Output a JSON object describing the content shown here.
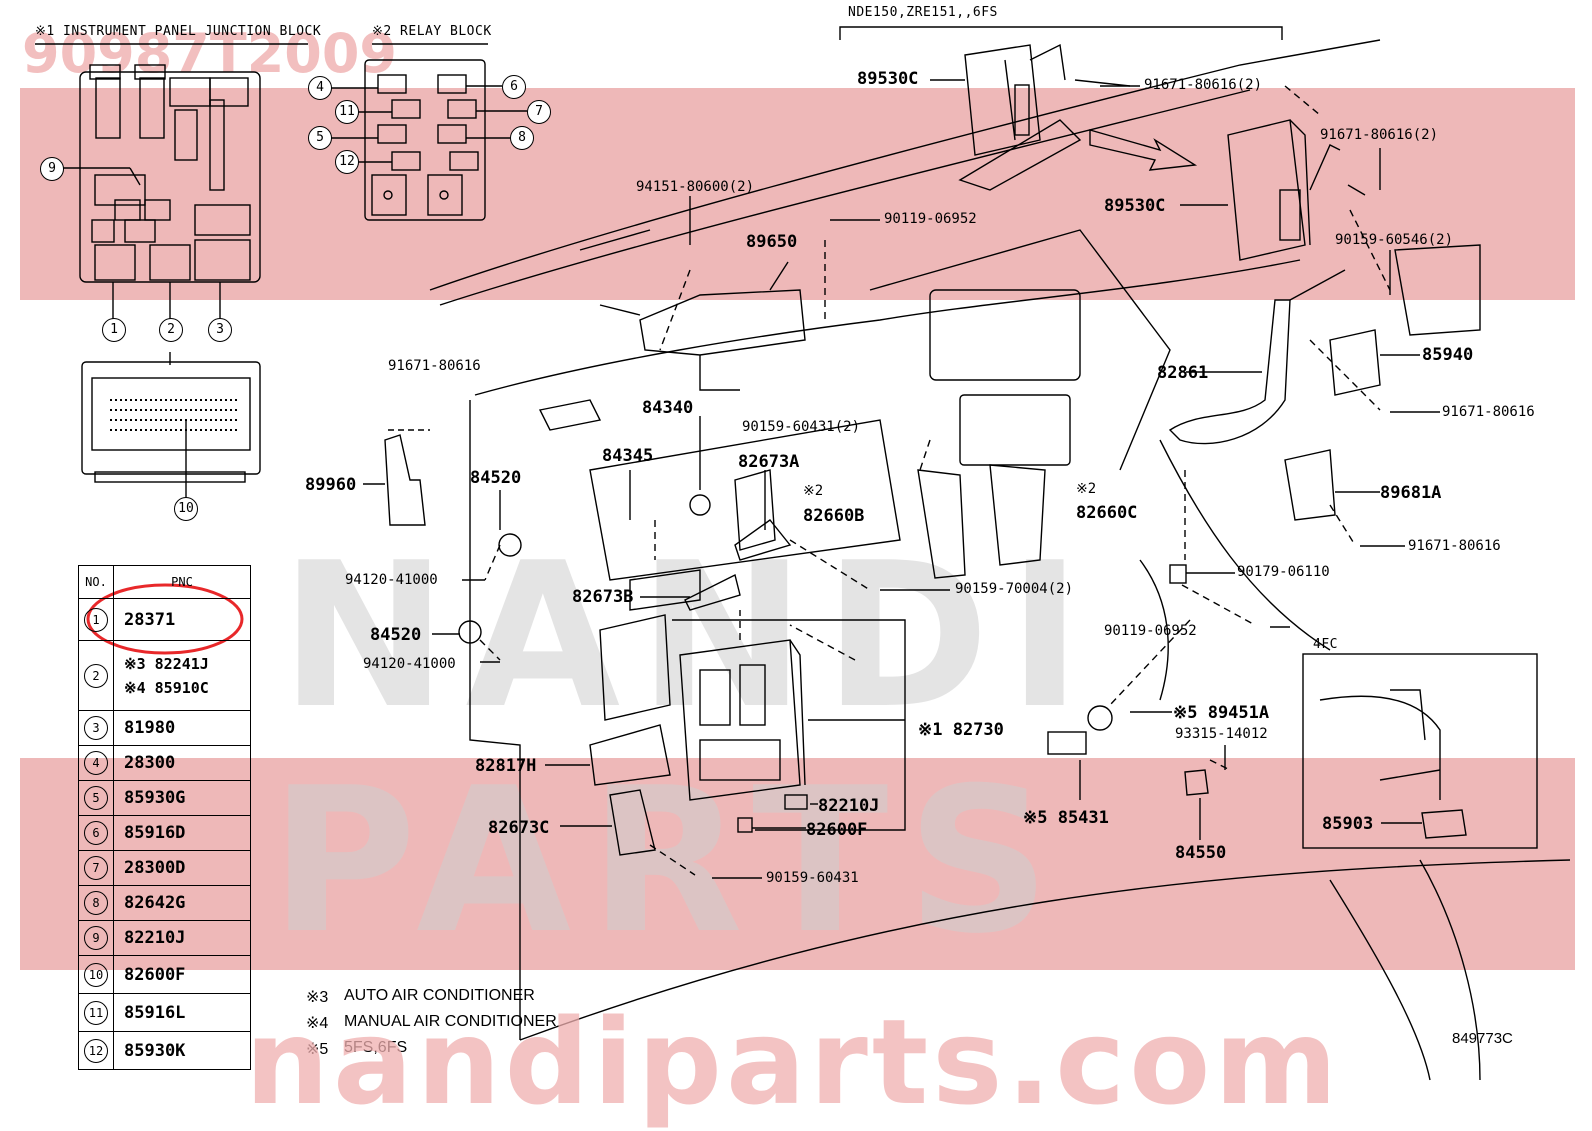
{
  "watermark": {
    "part_code": "90987T2009",
    "url": "nandiparts.com",
    "brand_word_1": "NANDI",
    "brand_word_2": "PARTS"
  },
  "headers": {
    "junction_block": "※1 INSTRUMENT PANEL JUNCTION BLOCK",
    "relay_block": "※2 RELAY BLOCK",
    "model_bracket": "NDE150,ZRE151,,6FS",
    "inset_title": "4FC",
    "diagram_id": "849773C"
  },
  "junction_numbers": [
    "9",
    "1",
    "2",
    "3",
    "10"
  ],
  "relay_numbers": [
    "4",
    "11",
    "5",
    "12",
    "6",
    "7",
    "8"
  ],
  "part_labels": [
    {
      "id": "p1",
      "text": "89530C"
    },
    {
      "id": "p2",
      "text": "91671-80616(2)"
    },
    {
      "id": "p3",
      "text": "91671-80616(2)"
    },
    {
      "id": "p4",
      "text": "89530C"
    },
    {
      "id": "p5",
      "text": "94151-80600(2)"
    },
    {
      "id": "p6",
      "text": "90119-06952"
    },
    {
      "id": "p7",
      "text": "89650"
    },
    {
      "id": "p8",
      "text": "90159-60546(2)"
    },
    {
      "id": "p9",
      "text": "91671-80616"
    },
    {
      "id": "p10",
      "text": "85940"
    },
    {
      "id": "p11",
      "text": "82861"
    },
    {
      "id": "p12",
      "text": "91671-80616"
    },
    {
      "id": "p13",
      "text": "84340"
    },
    {
      "id": "p14",
      "text": "90159-60431(2)"
    },
    {
      "id": "p15",
      "text": "84345"
    },
    {
      "id": "p16",
      "text": "82673A"
    },
    {
      "id": "p17",
      "text": "89960"
    },
    {
      "id": "p18",
      "text": "84520"
    },
    {
      "id": "p19",
      "text": "※2"
    },
    {
      "id": "p20",
      "text": "※2"
    },
    {
      "id": "p21",
      "text": "82660B"
    },
    {
      "id": "p22",
      "text": "82660C"
    },
    {
      "id": "p23",
      "text": "89681A"
    },
    {
      "id": "p24",
      "text": "91671-80616"
    },
    {
      "id": "p25",
      "text": "94120-41000"
    },
    {
      "id": "p26",
      "text": "90159-70004(2)"
    },
    {
      "id": "p27",
      "text": "90179-06110"
    },
    {
      "id": "p28",
      "text": "82673B"
    },
    {
      "id": "p29",
      "text": "84520"
    },
    {
      "id": "p30",
      "text": "90119-06952"
    },
    {
      "id": "p31",
      "text": "94120-41000"
    },
    {
      "id": "p32",
      "text": "※5 89451A"
    },
    {
      "id": "p33",
      "text": "※1 82730"
    },
    {
      "id": "p34",
      "text": "93315-14012"
    },
    {
      "id": "p35",
      "text": "82817H"
    },
    {
      "id": "p36",
      "text": "82210J"
    },
    {
      "id": "p37",
      "text": "82673C"
    },
    {
      "id": "p38",
      "text": "82600F"
    },
    {
      "id": "p39",
      "text": "※5 85431"
    },
    {
      "id": "p40",
      "text": "84550"
    },
    {
      "id": "p41",
      "text": "85903"
    },
    {
      "id": "p42",
      "text": "90159-60431"
    }
  ],
  "pnc_table": {
    "col_no": "NO.",
    "col_pnc": "PNC",
    "rows": [
      {
        "no": "1",
        "pnc": "28371"
      },
      {
        "no": "2",
        "pnc": "※3 82241J",
        "pnc2": "※4 85910C"
      },
      {
        "no": "3",
        "pnc": "81980"
      },
      {
        "no": "4",
        "pnc": "28300"
      },
      {
        "no": "5",
        "pnc": "85930G"
      },
      {
        "no": "6",
        "pnc": "85916D"
      },
      {
        "no": "7",
        "pnc": "28300D"
      },
      {
        "no": "8",
        "pnc": "82642G"
      },
      {
        "no": "9",
        "pnc": "82210J"
      },
      {
        "no": "10",
        "pnc": "82600F"
      },
      {
        "no": "11",
        "pnc": "85916L"
      },
      {
        "no": "12",
        "pnc": "85930K"
      }
    ]
  },
  "footnotes": [
    {
      "mark": "※3",
      "text": "AUTO AIR CONDITIONER"
    },
    {
      "mark": "※4",
      "text": "MANUAL AIR CONDITIONER"
    },
    {
      "mark": "※5",
      "text": "5FS,6FS"
    }
  ],
  "colors": {
    "watermark_band": "#e07e7e",
    "highlight": "#e8282a",
    "line": "#000000"
  }
}
